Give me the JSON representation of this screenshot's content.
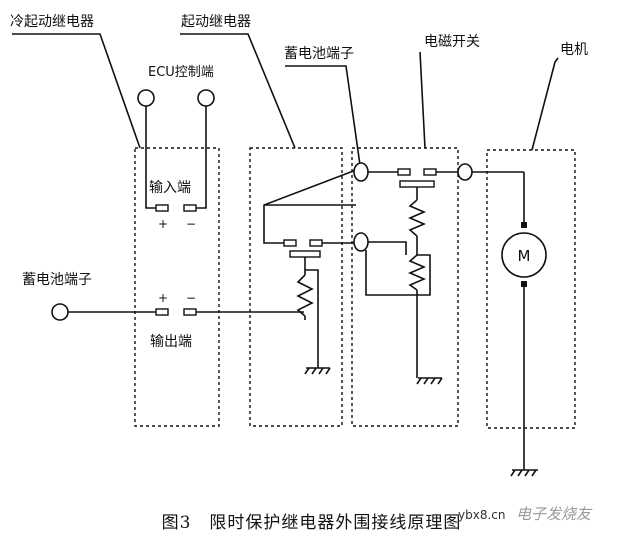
{
  "labels": {
    "cold_start_relay": "冷起动继电器",
    "ecu_control": "ECU控制端",
    "start_relay": "起动继电器",
    "battery_terminal_top": "蓄电池端子",
    "solenoid_switch": "电磁开关",
    "motor": "电机",
    "input_end": "输入端",
    "battery_terminal_left": "蓄电池端子",
    "output_end": "输出端",
    "motor_symbol": "M",
    "plus": "+",
    "minus": "−"
  },
  "caption": "图3　限时保护继电器外围接线原理图",
  "watermark": {
    "site": "ybx8.cn",
    "brand": "电子发烧友"
  }
}
